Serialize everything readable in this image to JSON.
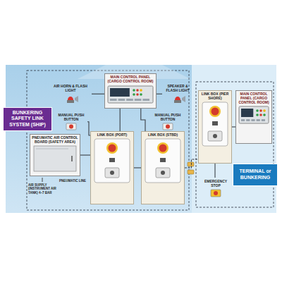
{
  "diagram": {
    "nodes": [
      {
        "text": [
          "BUNKERING SAFETY LINK SYSTEM (SHIP)"
        ]
      },
      {
        "text": [
          "MAIN CONTROL PANEL (CARGO CONTROL ROOM)"
        ]
      },
      {
        "text": [
          "AIR HORN & FLASH LIGHT"
        ]
      },
      {
        "text": [
          "SPEAKER & FLASH LIGHT"
        ]
      },
      {
        "text": [
          "MANUAL PUSH BUTTON"
        ]
      },
      {
        "text": [
          "MANUAL PUSH BUTTON"
        ]
      },
      {
        "text": [
          "LINK BOX (PORT)"
        ]
      },
      {
        "text": [
          "LINK BOX (STBD)"
        ]
      },
      {
        "text": [
          "PNEUMATIC AIR CONTROL BOARD (SAFETY AREA)"
        ]
      },
      {
        "text": [
          "LINK BOX (PIER SHORE)"
        ]
      },
      {
        "text": [
          "MAIN CONTROL PANEL (CARGO CONTROL ROOM)"
        ]
      },
      {
        "text": [
          "TERMINAL or BUNKERING"
        ]
      },
      {
        "text": [
          "EMERGENCY STOP"
        ]
      }
    ],
    "edges": [
      {
        "from": 1,
        "to": 6,
        "arrow": "none"
      },
      {
        "from": 1,
        "to": 7,
        "arrow": "none"
      },
      {
        "from": 2,
        "to": 1,
        "arrow": "none"
      },
      {
        "from": 3,
        "to": 1,
        "arrow": "none"
      },
      {
        "from": 4,
        "to": 6,
        "arrow": "none"
      },
      {
        "from": 5,
        "to": 7,
        "arrow": "none"
      },
      {
        "from": 8,
        "to": 6,
        "arrow": "none"
      },
      {
        "from": 7,
        "to": 9,
        "arrow": "none"
      },
      {
        "from": 9,
        "to": 10,
        "arrow": "none"
      },
      {
        "from": 9,
        "to": 12,
        "arrow": "none"
      },
      {
        "from": 6,
        "to": 7,
        "arrow": "none"
      }
    ],
    "labels": [
      "AIR SUPPLY (INSTRUMENT AIR TANK) 4~7 BAR",
      "PNEUMATIC LINE"
    ]
  }
}
